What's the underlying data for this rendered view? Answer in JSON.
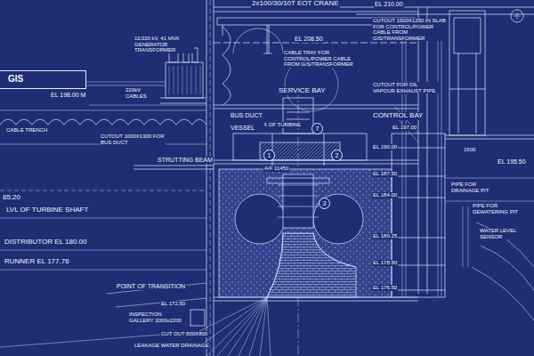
{
  "diagram": {
    "nodes": [
      {
        "text": [
          "GIS"
        ]
      }
    ],
    "labels": [
      "2x100/30/10T EOT CRANE",
      "EL 210.00",
      "EL 208.50",
      "11/220 kV, 41 MVA GENERATOR TRANSFORMER",
      "CUTOUT 1500X1250 IN SLAB FOR CONTROL/POWER CABLE FROM GIS/TRANSFORMER",
      "CABLE TRAY FOR CONTROL/POWER CABLE FROM GIS/TRANSFORMER",
      "EL 198.00 M",
      "220kV CABLES",
      "SERVICE BAY",
      "CUTOUT FOR OIL VAPOUR EXHAUST PIPE",
      "EL 197.00",
      "1500",
      "EL 195.50",
      "CABLE TRENCH",
      "CUTOUT 1000X1300 FOR BUS DUCT",
      "BUS DUCT",
      "℄ OF TURBINE",
      "VESSEL",
      "A/F 11450",
      "CONTROL BAY",
      "EL 190.00",
      "STRUTTING BEAM",
      "EL 187.50",
      "PIPE FOR DRAINAGE PIT",
      "PIPE FOR DEWATERING PIT",
      "WATER LEVEL SENSOR",
      "EL 184.00",
      "85.20",
      "LVL OF TURBINE SHAFT",
      "EL 180.25",
      "DISTRIBUTOR EL 180.00",
      "RUNNER EL 177.76",
      "EL 178.50",
      "POINT OF TRANSITION",
      "EL 176.50",
      "EL 172.50",
      "INSPECTION GALLERY 2000x2200",
      "CUT OUT 800X800",
      "LEAKAGE WATER DRAINAGE",
      "1",
      "7",
      "2",
      "3"
    ]
  }
}
